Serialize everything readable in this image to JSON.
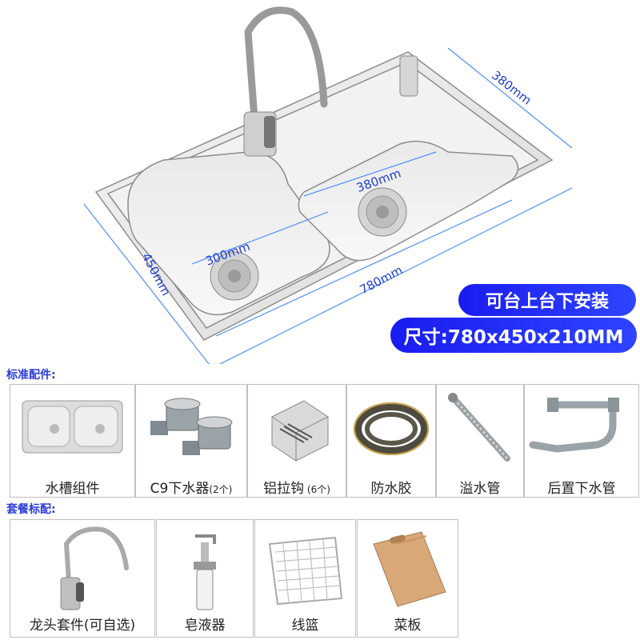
{
  "hero": {
    "dimensions": {
      "back_width": "380mm",
      "inner_right": "380mm",
      "inner_left": "300mm",
      "overall_length": "780mm",
      "overall_depth": "450mm"
    },
    "install_label": "可台上台下安装",
    "size_label": "尺寸:780x450x210MM"
  },
  "standard": {
    "title": "标准配件:",
    "items": [
      {
        "label": "水槽组件",
        "icon": "sink-icon"
      },
      {
        "label": "C9下水器",
        "sub": "(2个)",
        "icon": "drain-icon"
      },
      {
        "label": "铝拉钩",
        "sub": " (6个)",
        "icon": "clip-icon"
      },
      {
        "label": "防水胶",
        "icon": "tape-icon"
      },
      {
        "label": "溢水管",
        "icon": "overflow-pipe-icon"
      },
      {
        "label": "后置下水管",
        "icon": "drain-pipe-icon"
      }
    ]
  },
  "package": {
    "title": "套餐标配:",
    "items": [
      {
        "label": "龙头套件(可自选)",
        "icon": "faucet-icon"
      },
      {
        "label": "皂液器",
        "icon": "soap-dispenser-icon"
      },
      {
        "label": "线篮",
        "icon": "wire-basket-icon"
      },
      {
        "label": "菜板",
        "icon": "cutting-board-icon"
      }
    ]
  },
  "colors": {
    "accent": "#1f3fd0",
    "pill": "#1a1cf0",
    "title": "#2a3ad6"
  }
}
